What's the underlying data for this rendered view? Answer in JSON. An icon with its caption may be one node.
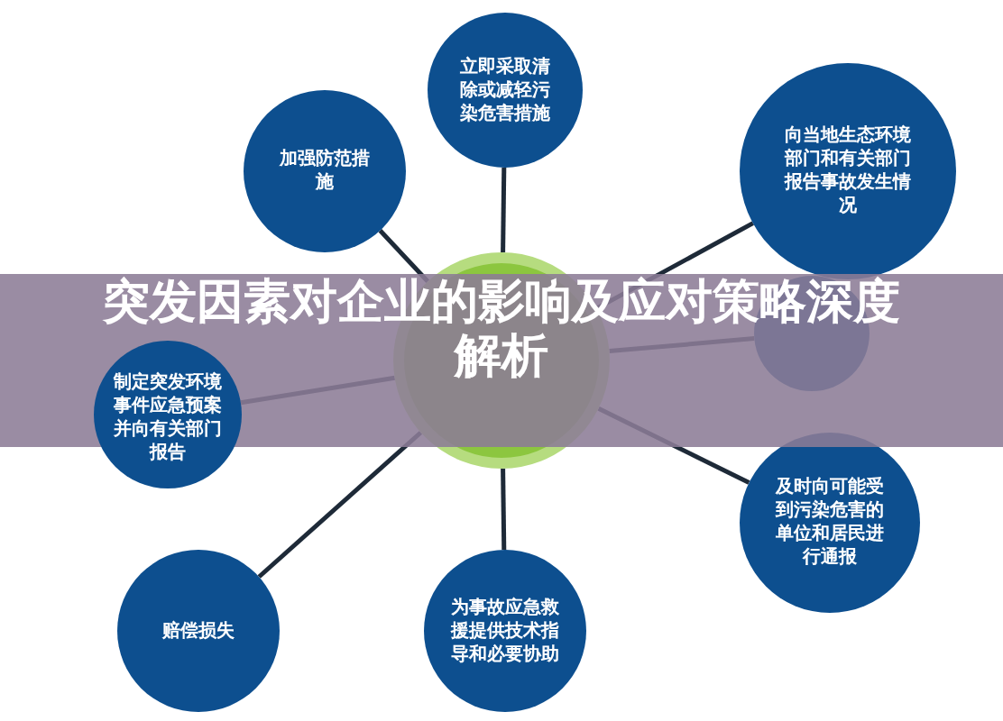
{
  "diagram": {
    "title": "突发因素对企业的影响及应对策略深度解析",
    "nodes": [
      {
        "text": [
          "立即采取清除或减轻污染危害措施"
        ]
      },
      {
        "text": [
          "加强防范措施"
        ]
      },
      {
        "text": [
          "向当地生态环境部门和有关部门报告事故发生情况"
        ]
      },
      {
        "text": [],
        "shape": "circle"
      },
      {
        "text": [
          "制定突发环境事件应急预案并向有关部门报告"
        ]
      },
      {
        "text": [],
        "shape": "circle"
      },
      {
        "text": [
          "及时向可能受到污染危害的单位和居民进行通报"
        ]
      },
      {
        "text": [
          "赔偿损失"
        ]
      },
      {
        "text": [
          "为事故应急救援提供技术指导和必要协助"
        ]
      }
    ],
    "edges": [
      {
        "from": 3,
        "to": 0,
        "arrow": "none"
      },
      {
        "from": 3,
        "to": 1,
        "arrow": "none"
      },
      {
        "from": 3,
        "to": 2,
        "arrow": "none"
      },
      {
        "from": 3,
        "to": 4,
        "arrow": "none"
      },
      {
        "from": 3,
        "to": 5,
        "arrow": "none"
      },
      {
        "from": 3,
        "to": 6,
        "arrow": "none"
      },
      {
        "from": 3,
        "to": 7,
        "arrow": "none"
      },
      {
        "from": 3,
        "to": 8,
        "arrow": "none"
      }
    ]
  }
}
